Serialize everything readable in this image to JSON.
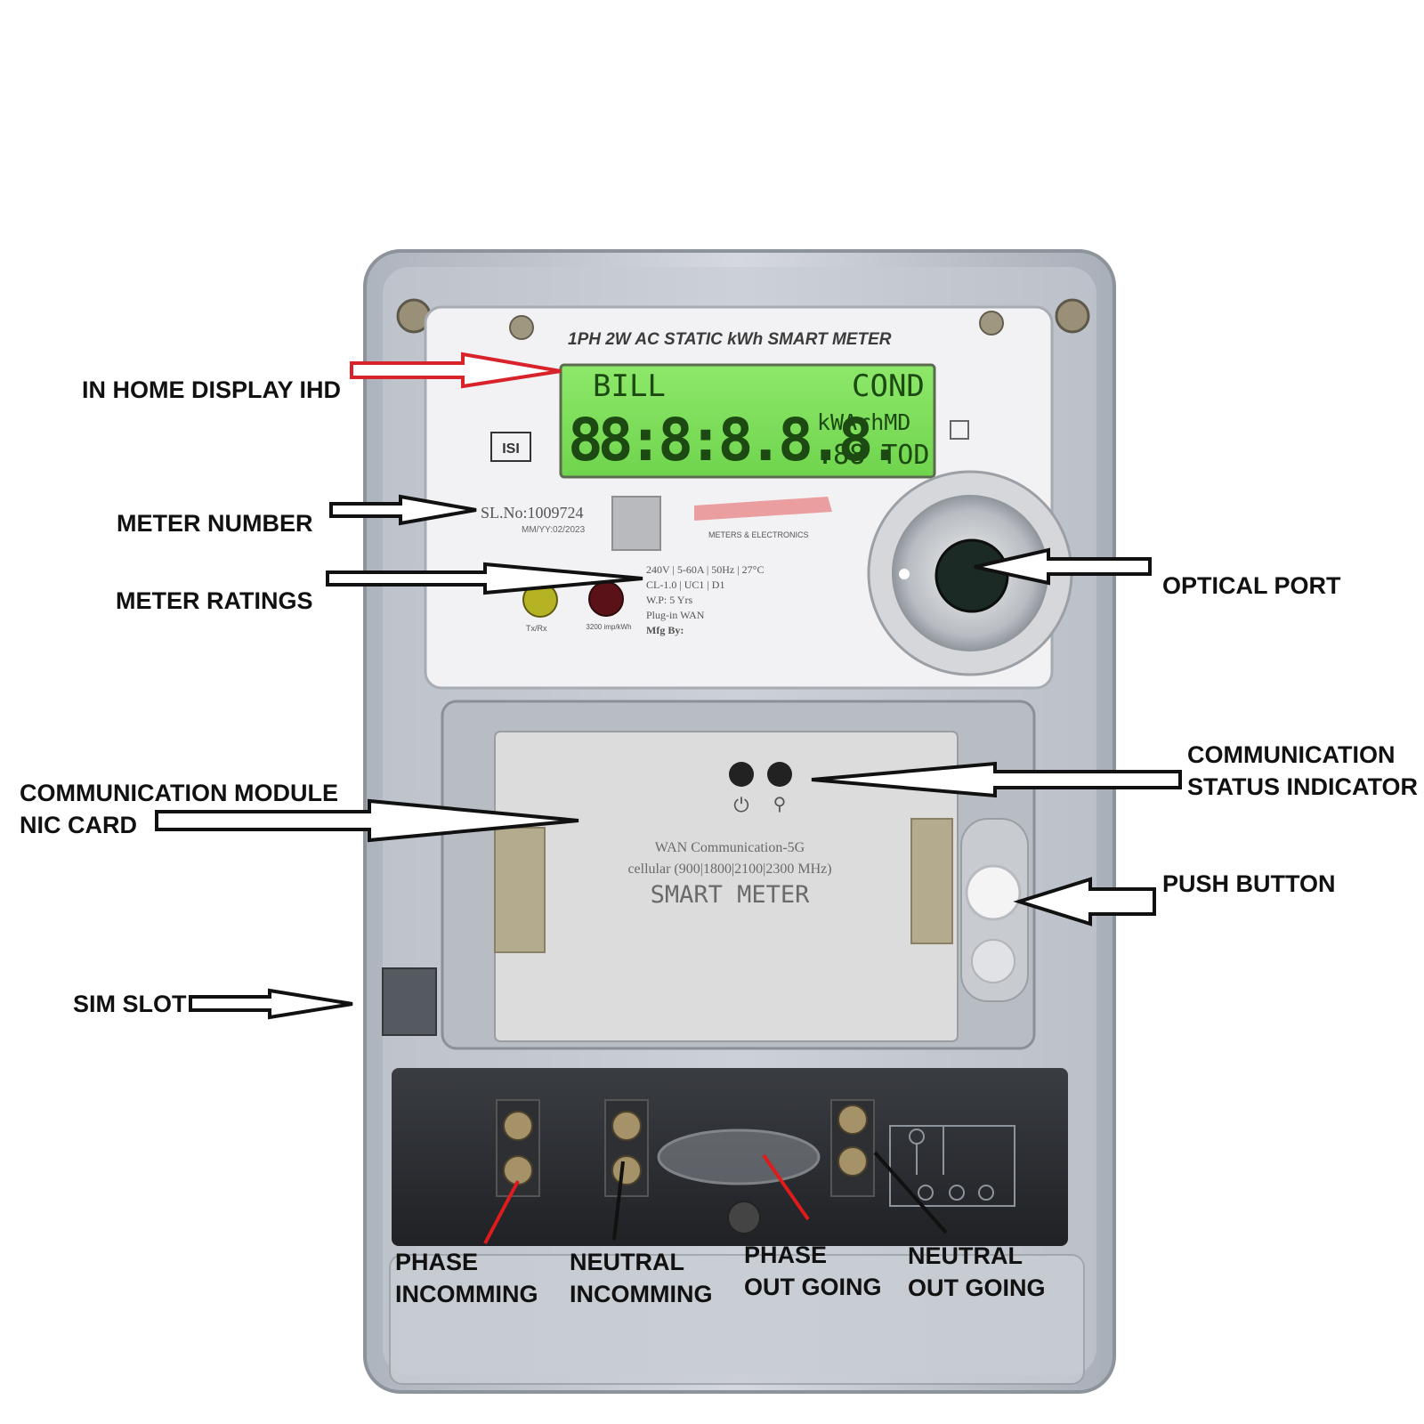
{
  "labels": {
    "ihd": "IN HOME DISPLAY IHD",
    "meter_number": "METER NUMBER",
    "meter_ratings": "METER RATINGS",
    "optical_port": "OPTICAL PORT",
    "comm_status_line1": "COMMUNICATION",
    "comm_status_line2": "STATUS INDICATOR",
    "comm_module_line1": "COMMUNICATION MODULE",
    "comm_module_line2": "NIC CARD",
    "push_button": "PUSH BUTTON",
    "sim_slot": "SIM SLOT",
    "phase_in_line1": "PHASE",
    "phase_in_line2": "INCOMMING",
    "neutral_in_line1": "NEUTRAL",
    "neutral_in_line2": "INCOMMING",
    "phase_out_line1": "PHASE",
    "phase_out_line2": "OUT GOING",
    "neutral_out_line1": "NEUTRAL",
    "neutral_out_line2": "OUT GOING"
  },
  "meter": {
    "title": "1PH 2W AC STATIC kWh SMART METER",
    "lcd_top_left": "BILL",
    "lcd_top_right": "COND",
    "lcd_digits": "88:8:8.8.8.",
    "lcd_unit": "kWArhMD",
    "lcd_sub": ".88 TOD",
    "serial": "SL.No:1009724",
    "mfg_date": "MM/YY:02/2023",
    "brand": "METERS & ELECTRONICS",
    "ratings_line1": "240V | 5-60A | 50Hz | 27°C",
    "ratings_line2": "CL-1.0 | UC1 | D1",
    "ratings_line3": "W.P: 5 Yrs",
    "ratings_line4": "Plug-in WAN",
    "mfg_by": "Mfg By:",
    "led_left_label": "Tx/Rx",
    "led_right_label": "3200 imp/kWh",
    "module_line1": "WAN Communication-5G",
    "module_line2": "cellular (900|1800|2100|2300 MHz)",
    "module_line3": "SMART METER"
  },
  "colors": {
    "lcd_green": "#7fe05a",
    "lcd_text": "#1c4a12",
    "ihd_arrow": "#d8232a",
    "pointer_red": "#e01b1b"
  }
}
